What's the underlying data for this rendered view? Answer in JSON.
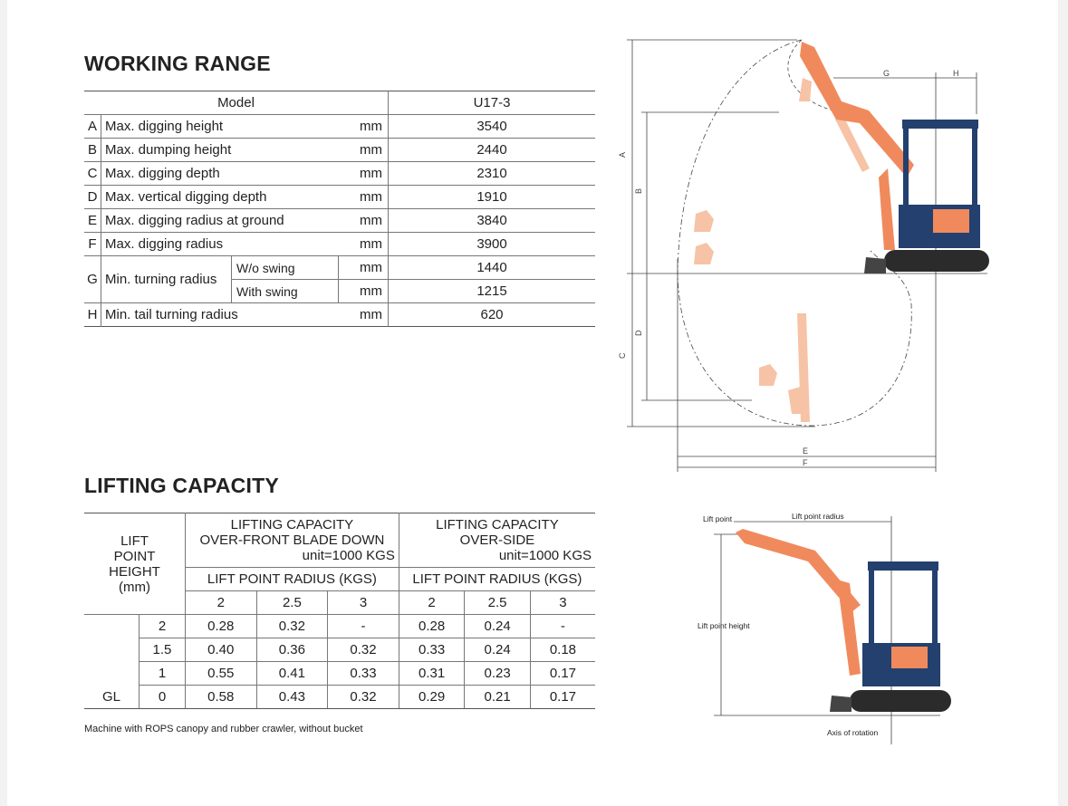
{
  "working_range": {
    "title": "WORKING RANGE",
    "header": {
      "model_label": "Model",
      "model_value": "U17-3"
    },
    "rows": [
      {
        "letter": "A",
        "label": "Max. digging height",
        "unit": "mm",
        "value": "3540"
      },
      {
        "letter": "B",
        "label": "Max. dumping height",
        "unit": "mm",
        "value": "2440"
      },
      {
        "letter": "C",
        "label": "Max. digging depth",
        "unit": "mm",
        "value": "2310"
      },
      {
        "letter": "D",
        "label": "Max. vertical digging depth",
        "unit": "mm",
        "value": "1910"
      },
      {
        "letter": "E",
        "label": "Max. digging radius at ground",
        "unit": "mm",
        "value": "3840"
      },
      {
        "letter": "F",
        "label": "Max. digging radius",
        "unit": "mm",
        "value": "3900"
      }
    ],
    "g_row": {
      "letter": "G",
      "label": "Min. turning radius",
      "sub": [
        {
          "label": "W/o swing",
          "unit": "mm",
          "value": "1440"
        },
        {
          "label": "With swing",
          "unit": "mm",
          "value": "1215"
        }
      ]
    },
    "h_row": {
      "letter": "H",
      "label": "Min. tail turning radius",
      "unit": "mm",
      "value": "620"
    }
  },
  "diagram": {
    "labels": {
      "A": "A",
      "B": "B",
      "C": "C",
      "D": "D",
      "E": "E",
      "F": "F",
      "G": "G",
      "H": "H"
    },
    "colors": {
      "boom": "#f08a5d",
      "boom_light": "#f6c3a6",
      "cab": "#23406f",
      "track": "#2b2b2b",
      "line": "#444444"
    }
  },
  "lifting_capacity": {
    "title": "LIFTING CAPACITY",
    "lift_point_height_label": [
      "LIFT",
      "POINT",
      "HEIGHT",
      "(mm)"
    ],
    "front": {
      "line1": "LIFTING CAPACITY",
      "line2": "OVER-FRONT BLADE DOWN",
      "unit": "unit=1000 KGS"
    },
    "side": {
      "line1": "LIFTING CAPACITY",
      "line2": "OVER-SIDE",
      "unit": "unit=1000 KGS"
    },
    "radius_label": "LIFT POINT RADIUS (KGS)",
    "radii": [
      "2",
      "2.5",
      "3"
    ],
    "rows": [
      {
        "gl": "",
        "height": "2",
        "front": [
          "0.28",
          "0.32",
          "-"
        ],
        "side": [
          "0.28",
          "0.24",
          "-"
        ]
      },
      {
        "gl": "",
        "height": "1.5",
        "front": [
          "0.40",
          "0.36",
          "0.32"
        ],
        "side": [
          "0.33",
          "0.24",
          "0.18"
        ]
      },
      {
        "gl": "",
        "height": "1",
        "front": [
          "0.55",
          "0.41",
          "0.33"
        ],
        "side": [
          "0.31",
          "0.23",
          "0.17"
        ]
      },
      {
        "gl": "GL",
        "height": "0",
        "front": [
          "0.58",
          "0.43",
          "0.32"
        ],
        "side": [
          "0.29",
          "0.21",
          "0.17"
        ]
      }
    ],
    "note": "Machine with ROPS canopy and rubber crawler, without bucket"
  },
  "lift_diagram": {
    "lift_point": "Lift point",
    "lift_point_radius": "Lift point radius",
    "lift_point_height": "Lift point height",
    "axis_of_rotation": "Axis of rotation"
  }
}
